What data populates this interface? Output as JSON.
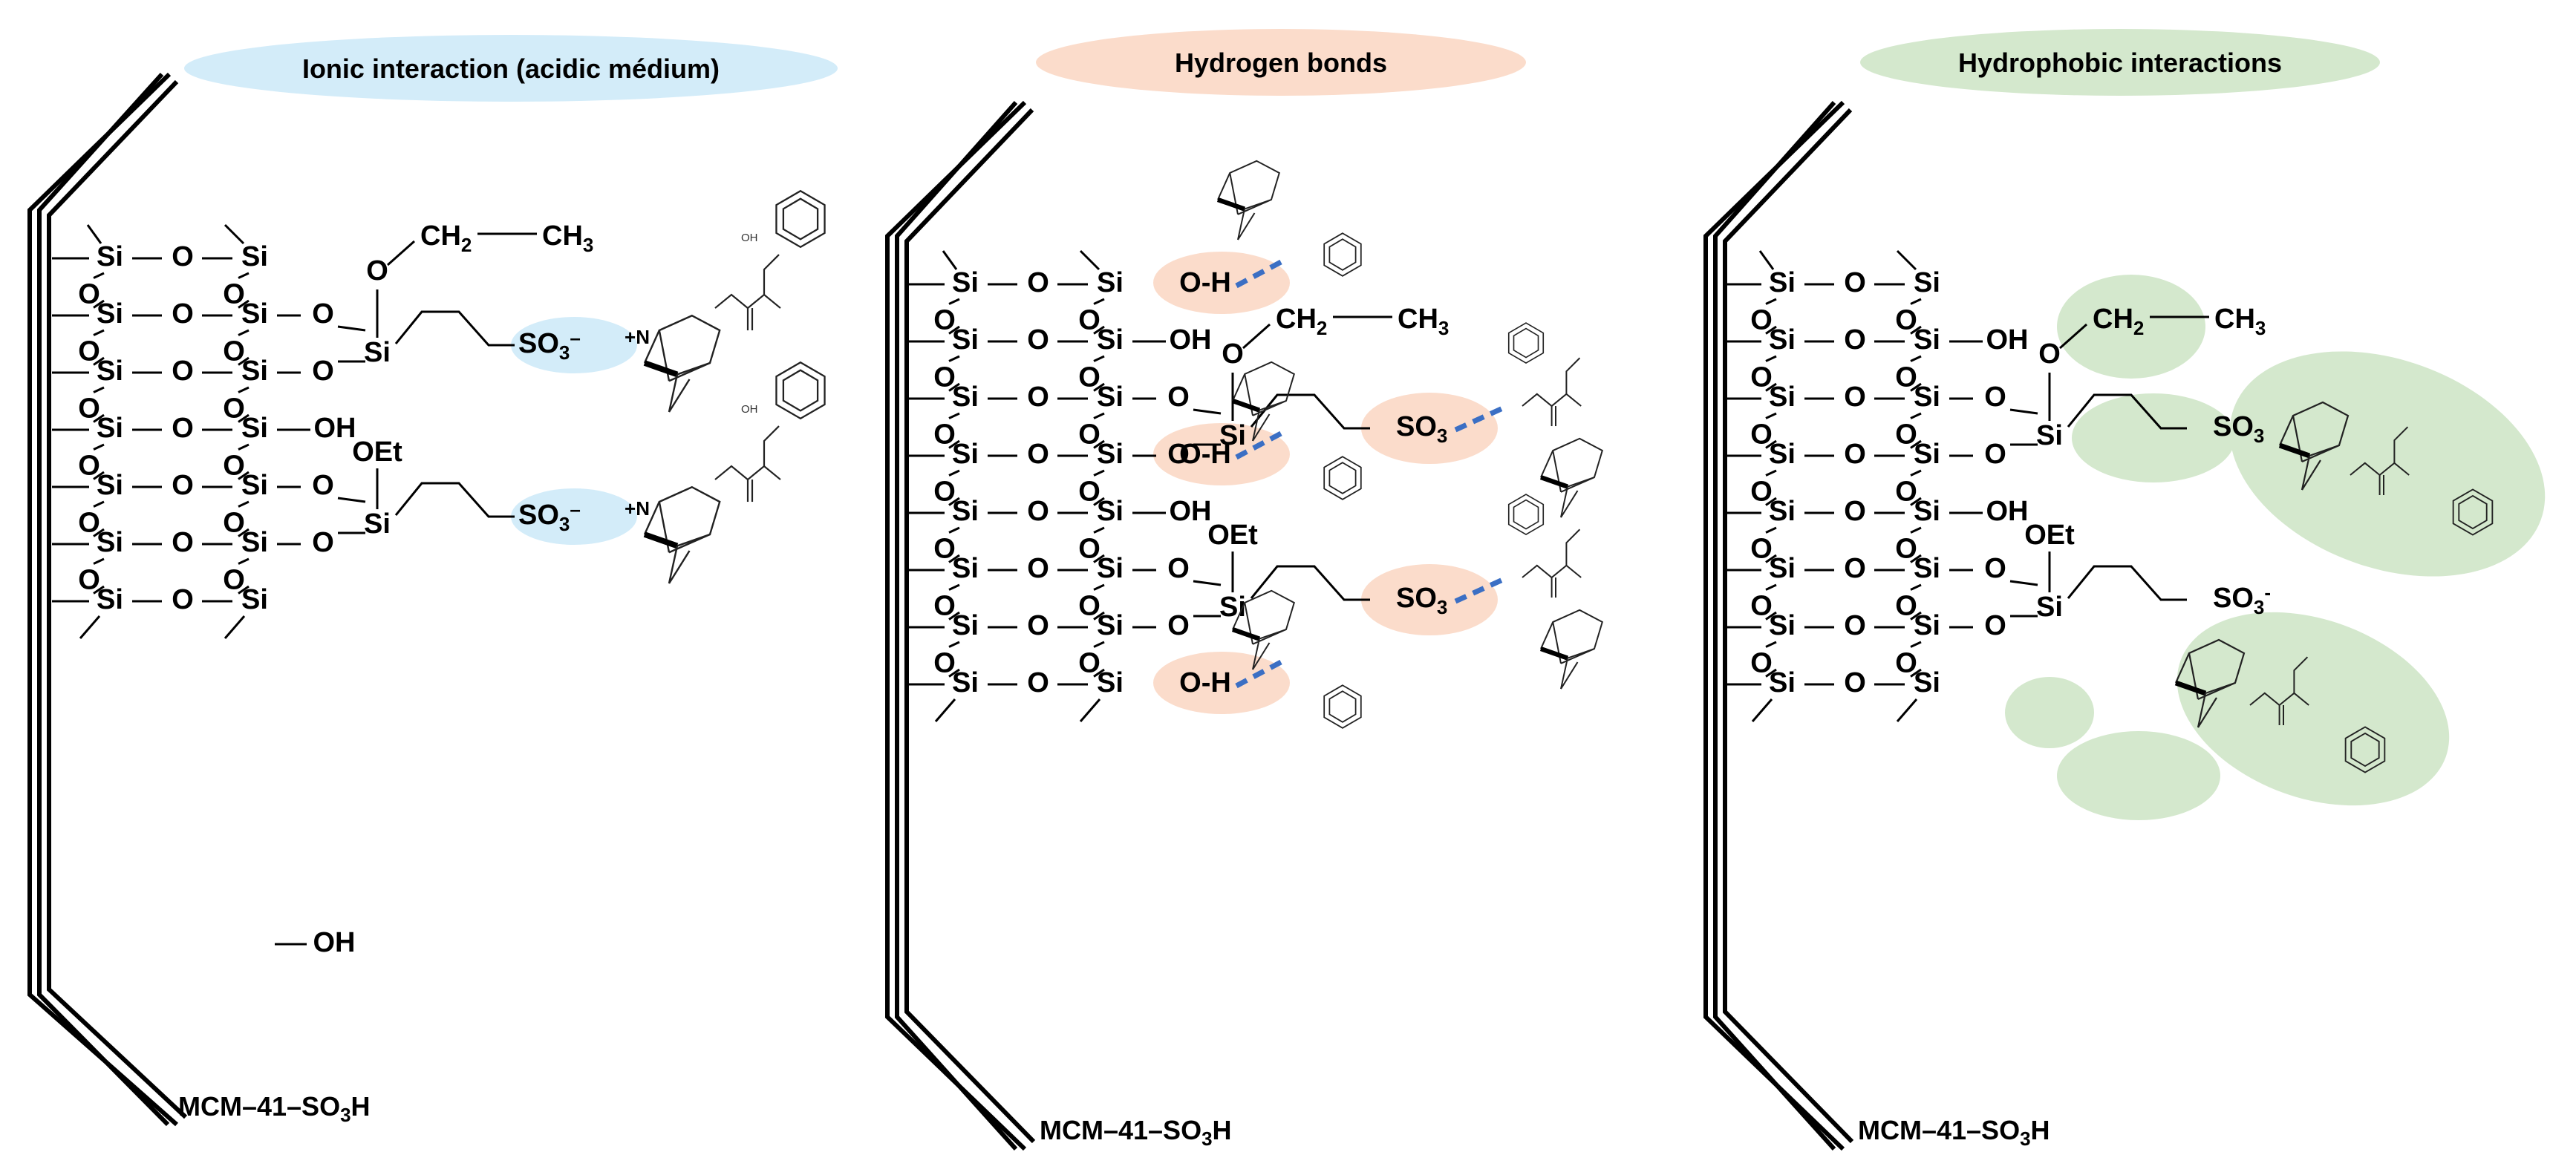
{
  "colors": {
    "ionic": "#d3ecf9",
    "hbond": "#fbdccb",
    "hydrophobic": "#d4e8cd",
    "hbond_line": "#3b6fc4"
  },
  "panels": [
    {
      "title": "Ionic interaction (acidic médium)",
      "material": "MCM–41–SO",
      "material_sub": "3",
      "material_end": "H"
    },
    {
      "title": "Hydrogen bonds",
      "material": "MCM–41–SO",
      "material_sub": "3",
      "material_end": "H"
    },
    {
      "title": "Hydrophobic interactions",
      "material": "MCM–41–SO",
      "material_sub": "3",
      "material_end": "H"
    }
  ],
  "atoms": {
    "si": "Si",
    "o": "O",
    "oh": "OH",
    "oet": "OEt",
    "ch2": "CH",
    "ch3": "CH",
    "sub2": "2",
    "sub3": "3",
    "so3": "SO",
    "minus": "–",
    "plus_n": "+N",
    "o_h": "O-H",
    "so3_minus": "-"
  },
  "molecule_labels": {
    "oh_small": "OH",
    "n_plus": "N",
    "h": "H",
    "o_small": "O"
  }
}
